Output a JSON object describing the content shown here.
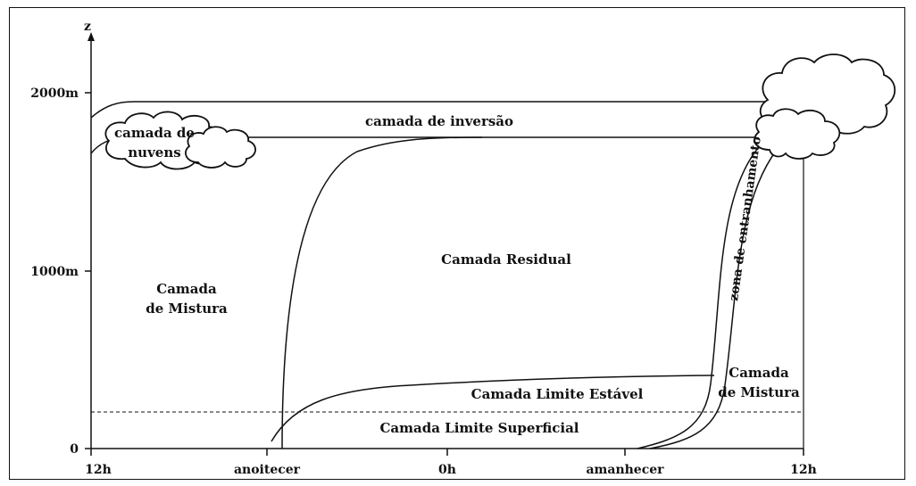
{
  "axis": {
    "y_title": "z",
    "y_ticks": [
      "2000m",
      "1000m",
      "0"
    ],
    "x_ticks": [
      "12h",
      "anoitecer",
      "0h",
      "amanhecer",
      "12h"
    ]
  },
  "labels": {
    "inversion": "camada de inversão",
    "cloud_line1": "camada de",
    "cloud_line2": "nuvens",
    "residual": "Camada Residual",
    "mixing_left_1": "Camada",
    "mixing_left_2": "de Mistura",
    "entrainment": "zona de entranhamento",
    "mixing_right_1": "Camada",
    "mixing_right_2": "de Mistura",
    "stable": "Camada Limite Estável",
    "surface": "Camada Limite Superficial"
  }
}
